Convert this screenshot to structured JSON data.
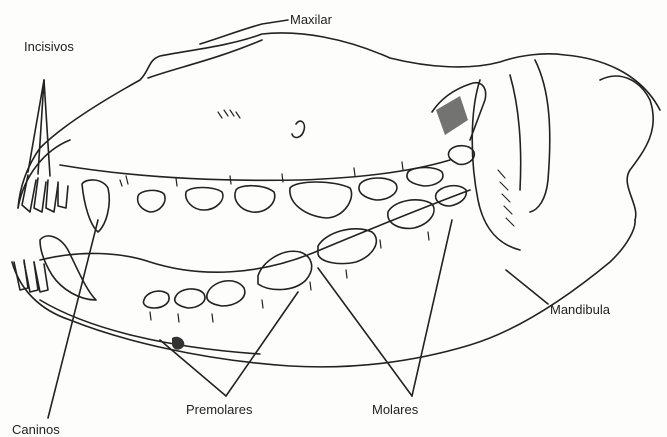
{
  "labels": {
    "maxilar": "Maxilar",
    "incisivos": "Incisivos",
    "mandibula": "Mandibula",
    "premolares": "Premolares",
    "molares": "Molares",
    "caninos": "Caninos"
  },
  "colors": {
    "ink": "#222222",
    "background": "#fdfdfb"
  }
}
